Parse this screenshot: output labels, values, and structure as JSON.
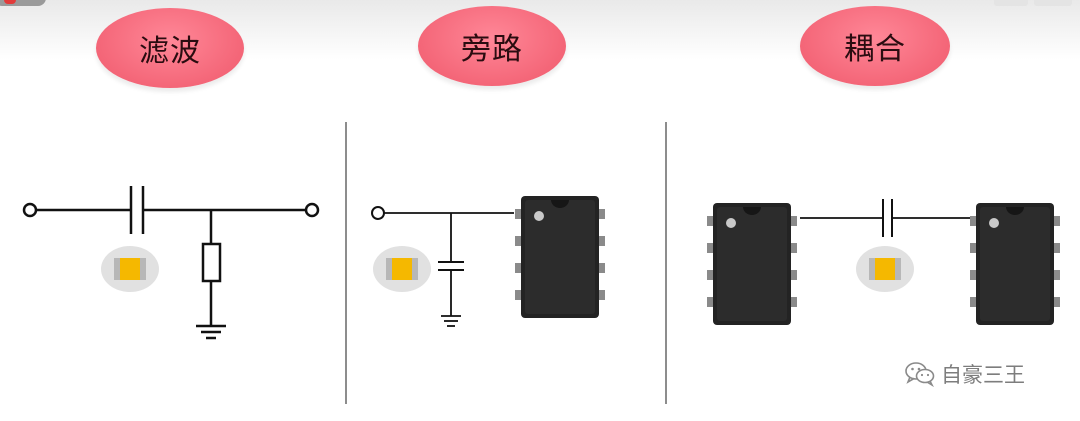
{
  "labels": {
    "filter": "滤波",
    "bypass": "旁路",
    "coupling": "耦合"
  },
  "watermark": {
    "text": "自豪三王",
    "icon": "wechat-icon"
  },
  "colors": {
    "pill": "#f46678",
    "chip_body": "#232323",
    "chip_pin": "#8a8a8a",
    "capacitor_body": "#f5b800",
    "capacitor_end": "#b8b8b8",
    "wire": "#111111"
  }
}
